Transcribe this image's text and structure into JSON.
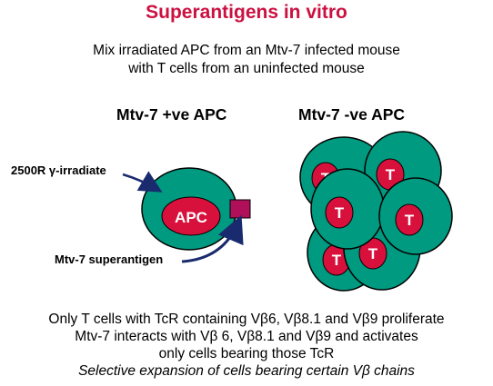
{
  "title": "Superantigens in vitro",
  "intro": {
    "line1": "Mix irradiated APC from an Mtv-7 infected mouse",
    "line2": "with T cells from an uninfected mouse"
  },
  "columns": {
    "left_heading": "Mtv-7 +ve APC",
    "right_heading": "Mtv-7 -ve APC"
  },
  "labels": {
    "irradiate": "2500R γ-irradiate",
    "superantigen": "Mtv-7 superantigen",
    "apc": "APC",
    "t_cell": "T"
  },
  "colors": {
    "title": "#cc1040",
    "cell_body": "#009a80",
    "nucleus": "#d8103c",
    "superantigen": "#b0105a",
    "arrow": "#1a2a6e"
  },
  "footer": {
    "line1": "Only T cells with TcR containing Vβ6, Vβ8.1 and Vβ9 proliferate",
    "line2": "Mtv-7 interacts with Vβ 6, Vβ8.1 and Vβ9 and activates",
    "line3": "only cells bearing those TcR",
    "line4": "Selective expansion of cells bearing certain Vβ chains"
  }
}
